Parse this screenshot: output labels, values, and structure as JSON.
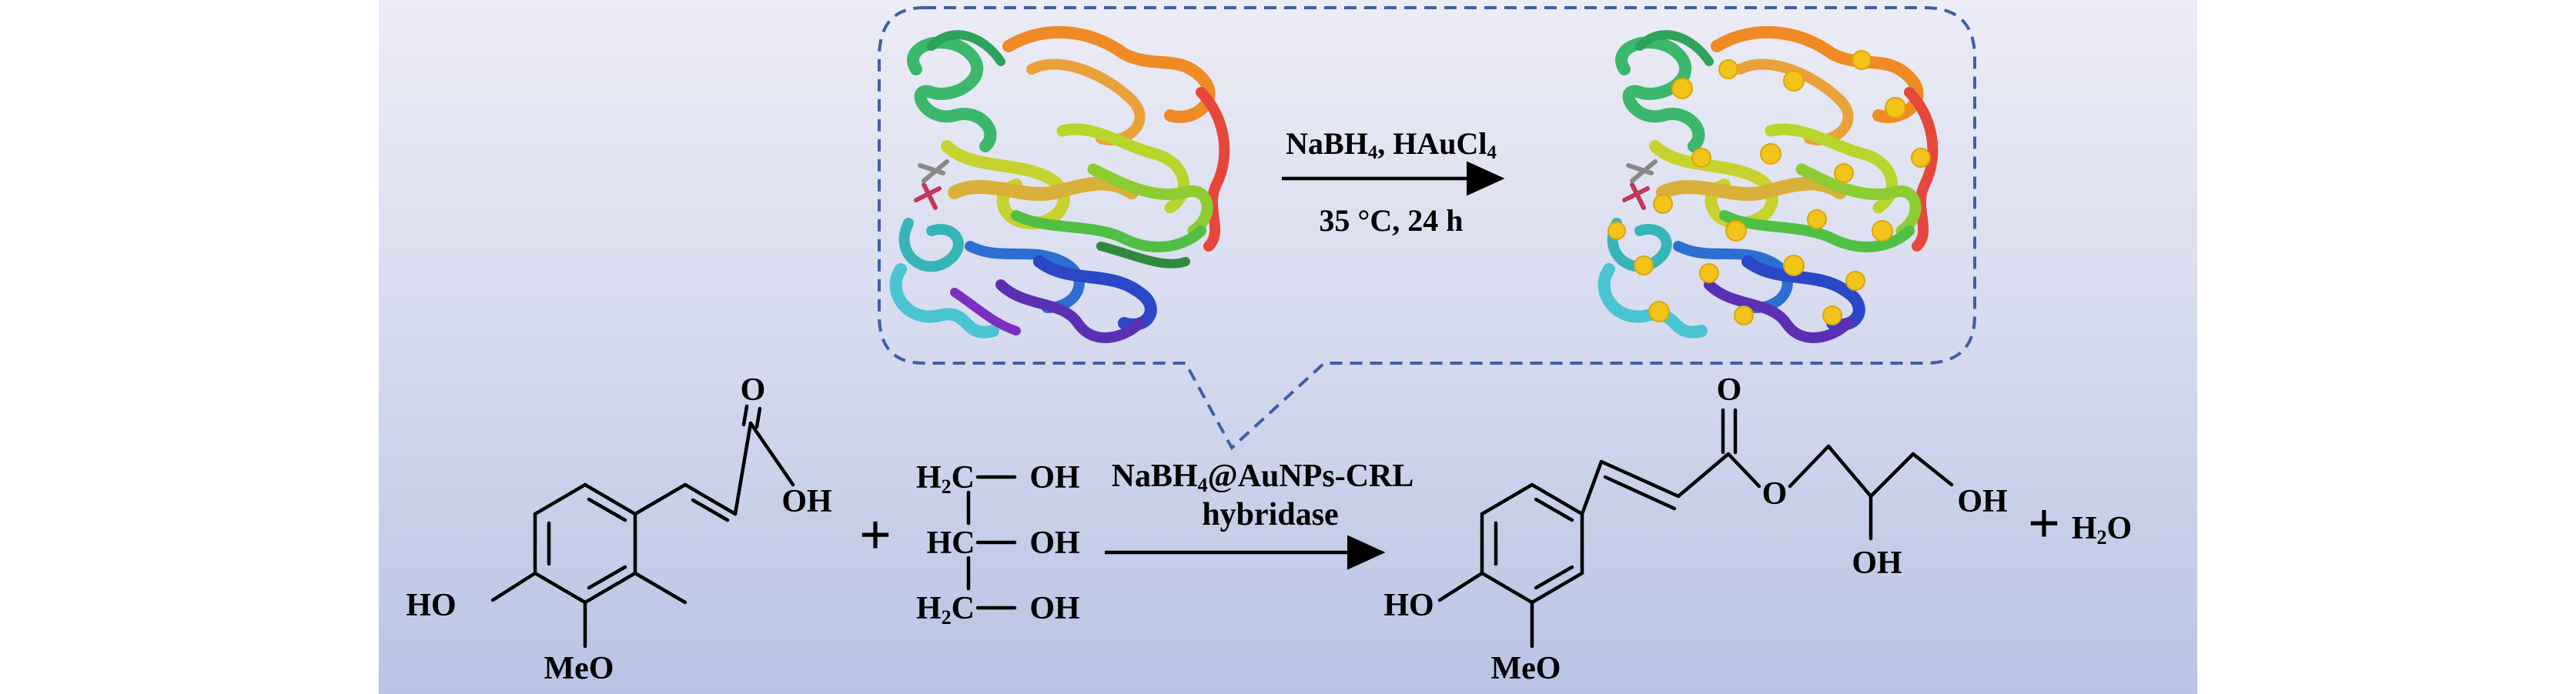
{
  "reaction_top": {
    "reagents": "NaBH4, HAuCl4",
    "conditions": "35 °C, 24 h"
  },
  "reaction_main": {
    "catalyst": "NaBH4@AuNPs-CRL",
    "catalyst_line2": "hybridase",
    "plus1": "+",
    "plus2": "+",
    "byproduct": "H2O"
  },
  "ferulic_acid": {
    "carbonyl_o": "O",
    "acid_oh": "OH",
    "phenol": "HO",
    "methoxy": "MeO"
  },
  "glycerol": {
    "row1_c": "H2C",
    "row1_oh": "OH",
    "row2_c": "HC",
    "row2_oh": "OH",
    "row3_c": "H2C",
    "row3_oh": "OH"
  },
  "product": {
    "carbonyl_o": "O",
    "ester_o": "O",
    "oh_1": "OH",
    "oh_2": "OH",
    "phenol": "HO",
    "methoxy": "MeO"
  },
  "colors": {
    "bubble_border": "#3f5fa6",
    "gold_np": "#f2c318",
    "background_top": "#ececf6",
    "background_bottom": "#b9c3e3"
  }
}
